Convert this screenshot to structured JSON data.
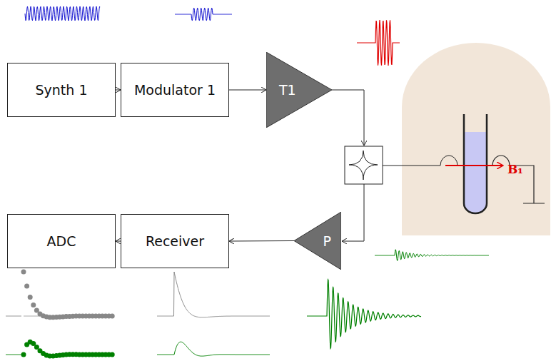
{
  "diagram": {
    "nodes": [
      {
        "text": [
          "Synth 1"
        ]
      },
      {
        "text": [
          "Modulator 1"
        ]
      },
      {
        "text": [
          "T1"
        ]
      },
      {
        "text": [
          "ADC"
        ]
      },
      {
        "text": [
          "Receiver"
        ]
      },
      {
        "text": [
          "P"
        ]
      }
    ],
    "edges": [
      {
        "from": 0,
        "to": 1,
        "arrow": "to"
      },
      {
        "from": 1,
        "to": 2,
        "arrow": "to"
      },
      {
        "from": 5,
        "to": 4,
        "arrow": "to"
      },
      {
        "from": 4,
        "to": 3,
        "arrow": "to"
      }
    ],
    "labels": [
      "B₁"
    ]
  }
}
